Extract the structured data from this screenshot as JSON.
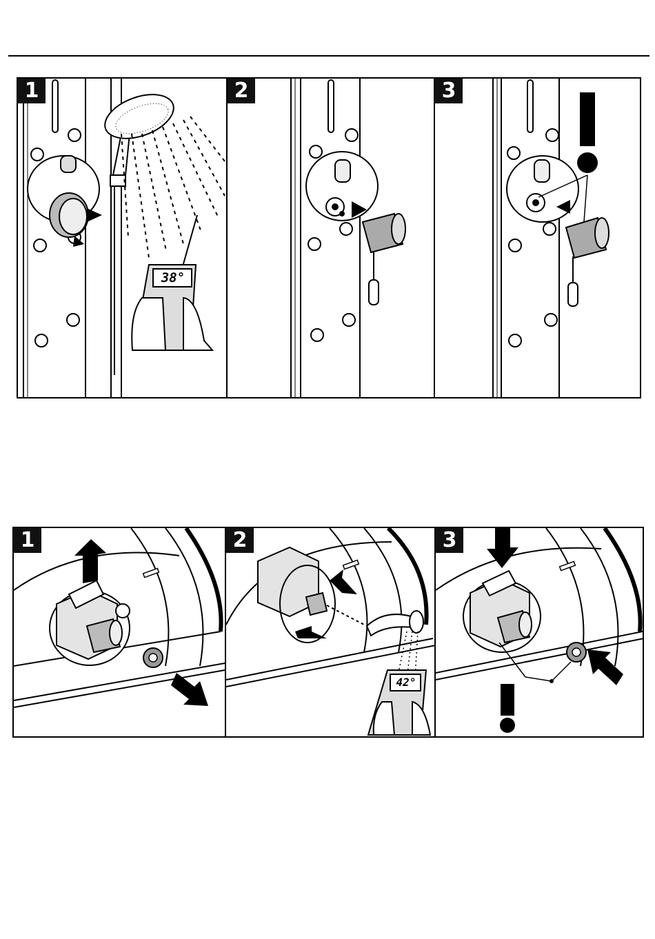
{
  "top_row": {
    "steps": [
      {
        "number": "1",
        "display": "38°"
      },
      {
        "number": "2"
      },
      {
        "number": "3"
      }
    ]
  },
  "bottom_row": {
    "steps": [
      {
        "number": "1"
      },
      {
        "number": "2",
        "display": "42°"
      },
      {
        "number": "3"
      }
    ]
  },
  "colors": {
    "ink": "#000000",
    "paper": "#ffffff",
    "metal": "#8a8a8a",
    "shade": "#cfcfcf"
  }
}
